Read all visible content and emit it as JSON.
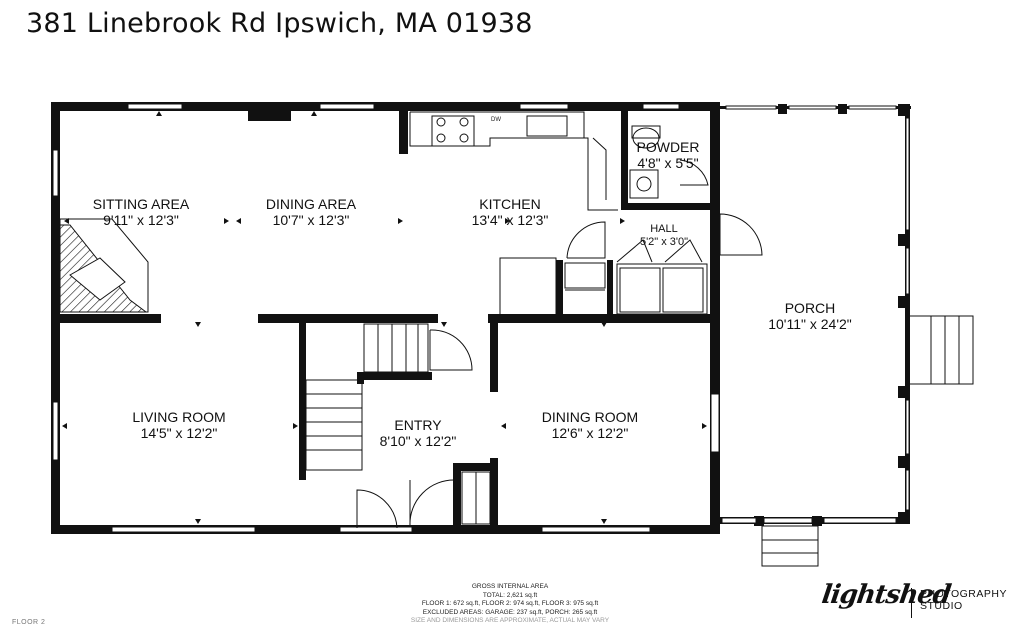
{
  "address": "381 Linebrook Rd Ipswich, MA 01938",
  "rooms": [
    {
      "id": "sitting-area",
      "name": "SITTING AREA",
      "dims": "9'11\" x 12'3\""
    },
    {
      "id": "dining-area",
      "name": "DINING AREA",
      "dims": "10'7\" x 12'3\""
    },
    {
      "id": "kitchen",
      "name": "KITCHEN",
      "dims": "13'4\" x 12'3\""
    },
    {
      "id": "powder",
      "name": "POWDER",
      "dims": "4'8\" x 5'5\""
    },
    {
      "id": "hall",
      "name": "HALL",
      "dims": "5'2\" x 3'0\""
    },
    {
      "id": "porch",
      "name": "PORCH",
      "dims": "10'11\" x 24'2\""
    },
    {
      "id": "living-room",
      "name": "LIVING ROOM",
      "dims": "14'5\" x 12'2\""
    },
    {
      "id": "entry",
      "name": "ENTRY",
      "dims": "8'10\" x 12'2\""
    },
    {
      "id": "dining-room",
      "name": "DINING ROOM",
      "dims": "12'6\" x 12'2\""
    }
  ],
  "fixtures": {
    "dishwasher": "DW"
  },
  "area": {
    "heading": "GROSS INTERNAL AREA",
    "total": "TOTAL: 2,621 sq.ft",
    "floors": "FLOOR 1: 672 sq.ft, FLOOR 2: 974 sq.ft, FLOOR 3: 975 sq.ft",
    "excluded": "EXCLUDED AREAS: GARAGE: 237 sq.ft, PORCH: 265 sq.ft",
    "note": "SIZE AND DIMENSIONS ARE APPROXIMATE, ACTUAL MAY VARY"
  },
  "floor_label": "FLOOR 2",
  "logo": {
    "script": "lightshed",
    "line1": "PHOTOGRAPHY",
    "line2": "STUDIO"
  }
}
